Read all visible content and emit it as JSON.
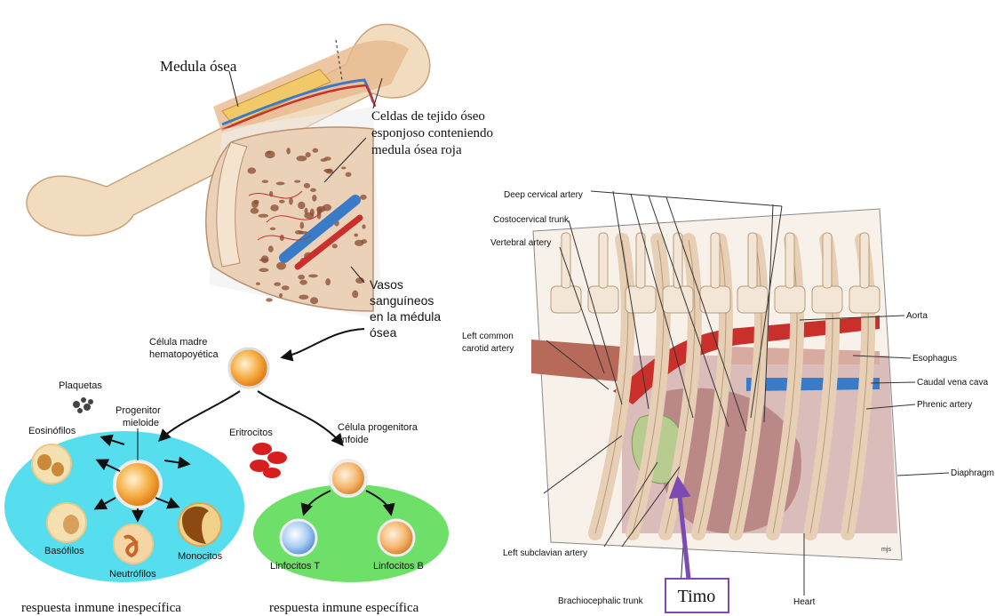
{
  "bone_labels": {
    "marrow": "Medula ósea",
    "spongy_line1": "Celdas de tejido óseo",
    "spongy_line2": "esponjoso conteniendo",
    "spongy_line3": "medula ósea roja",
    "vessels_line1": "Vasos",
    "vessels_line2": "sanguíneos",
    "vessels_line3": "en la médula",
    "vessels_line4": "ósea"
  },
  "hematopoiesis": {
    "stem_line1": "Célula madre",
    "stem_line2": "hematopoyética",
    "platelets": "Plaquetas",
    "myeloid_line1": "Progenitor",
    "myeloid_line2": "mieloide",
    "eosinophils": "Eosinófilos",
    "erythrocytes": "Eritrocitos",
    "lymphoid_line1": "Célula progenitora",
    "lymphoid_line2": "linfoide",
    "basophils": "Basófilos",
    "neutrophils": "Neutrófilos",
    "monocytes": "Monocitos",
    "t_cells": "Linfocitos T",
    "b_cells": "Linfocitos B",
    "innate": "respuesta inmune inespecífica",
    "adaptive": "respuesta inmune específica"
  },
  "thorax_labels": {
    "deep_cervical": "Deep cervical artery",
    "costocervical": "Costocervical trunk",
    "vertebral": "Vertebral artery",
    "left_common_carotid_1": "Left common",
    "left_common_carotid_2": "carotid artery",
    "aorta": "Aorta",
    "esophagus": "Esophagus",
    "caudal_vena_cava": "Caudal vena cava",
    "phrenic": "Phrenic artery",
    "diaphragm": "Diaphragm",
    "left_subclavian": "Left subclavian artery",
    "brachiocephalic": "Brachiocephalic trunk",
    "heart": "Heart",
    "signature": "mjs",
    "thymus_box": "Timo"
  },
  "colors": {
    "bone": "#f1dcc0",
    "bone_dark": "#d9b58e",
    "artery": "#c9302c",
    "vein": "#3a7bc8",
    "innate_area": "#56ddee",
    "adaptive_area": "#6ee06a",
    "thymus_arrow": "#7b4bb3"
  }
}
